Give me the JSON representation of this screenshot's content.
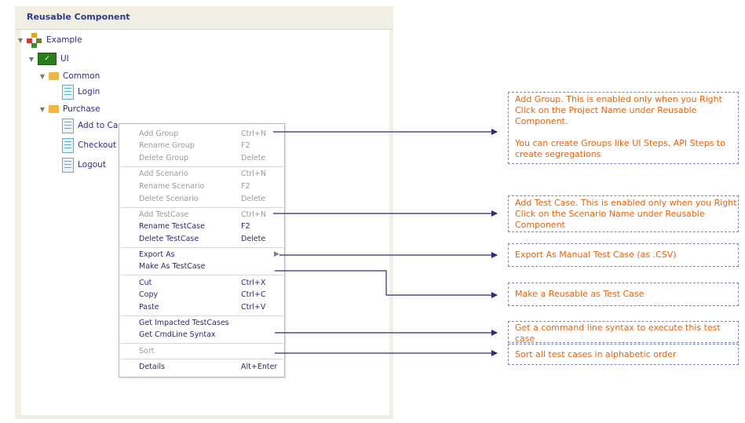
{
  "panel": {
    "title": "Reusable Component"
  },
  "tree": {
    "project": "Example",
    "ui_icon_text": "✓",
    "scenario_ui": "UI",
    "group_common": "Common",
    "tc_login": "Login",
    "group_purchase": "Purchase",
    "tc_add_to_cart": "Add to Car",
    "tc_checkout": "Checkout",
    "tc_logout": "Logout"
  },
  "menu": {
    "add_group": "Add Group",
    "add_group_sc": "Ctrl+N",
    "rename_group": "Rename Group",
    "rename_group_sc": "F2",
    "delete_group": "Delete Group",
    "delete_group_sc": "Delete",
    "add_scenario": "Add Scenario",
    "add_scenario_sc": "Ctrl+N",
    "rename_scenario": "Rename Scenario",
    "rename_scenario_sc": "F2",
    "delete_scenario": "Delete Scenario",
    "delete_scenario_sc": "Delete",
    "add_testcase": "Add TestCase",
    "add_testcase_sc": "Ctrl+N",
    "rename_testcase": "Rename TestCase",
    "rename_testcase_sc": "F2",
    "delete_testcase": "Delete TestCase",
    "delete_testcase_sc": "Delete",
    "export_as": "Export As",
    "make_as_testcase": "Make As TestCase",
    "cut": "Cut",
    "cut_sc": "Ctrl+X",
    "copy": "Copy",
    "copy_sc": "Ctrl+C",
    "paste": "Paste",
    "paste_sc": "Ctrl+V",
    "get_impacted": "Get Impacted TestCases",
    "get_cmdline": "Get CmdLine Syntax",
    "sort": "Sort",
    "details": "Details",
    "details_sc": "Alt+Enter"
  },
  "callouts": {
    "add_group_1": "Add Group. This is enabled only when you Right Click on the Project Name under Reusable Component.",
    "add_group_2": "You can create Groups like UI Steps, API Steps to create segregations",
    "add_test_case": "Add Test Case. This is enabled only when you Right Click on the Scenario Name under Reusable Component",
    "export_as": "Export As Manual Test Case (as .CSV)",
    "make_reusable": "Make a Reusable as Test Case",
    "cmdline": "Get a command line syntax to execute this test case",
    "sort": "Sort all test cases in alphabetic order"
  },
  "colors": {
    "callout_text": "#e8630c",
    "connector": "#2e2a7a",
    "tree_text": "#342b86",
    "menu_disabled": "#9b9b9b"
  }
}
